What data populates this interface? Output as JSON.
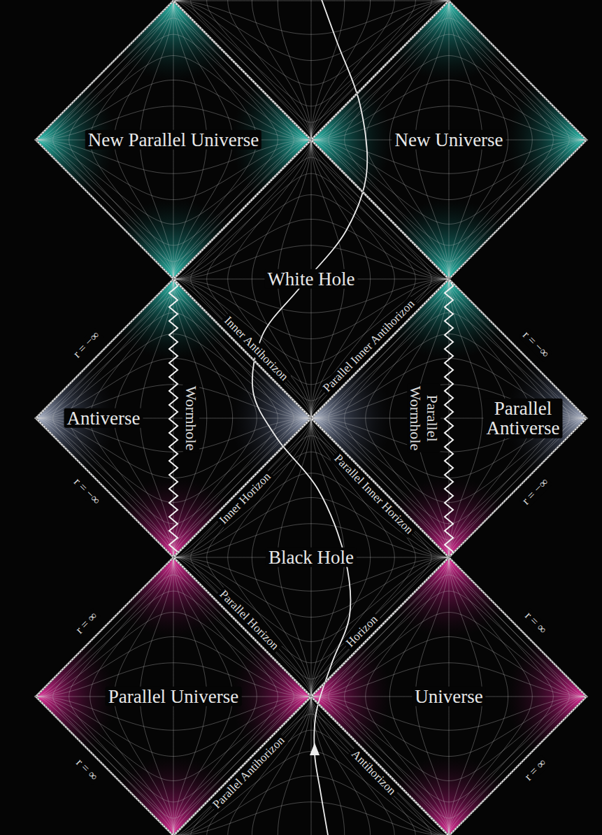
{
  "diagram": {
    "nodes": [
      {
        "text": [
          "New Parallel Universe"
        ]
      },
      {
        "text": [
          "New Universe"
        ]
      },
      {
        "text": [
          "White Hole"
        ]
      },
      {
        "text": [
          "Antiverse"
        ]
      },
      {
        "text": [
          "Parallel Antiverse"
        ]
      },
      {
        "text": [
          "Black Hole"
        ]
      },
      {
        "text": [
          "Parallel Universe"
        ]
      },
      {
        "text": [
          "Universe"
        ]
      }
    ],
    "labels": [
      "Inner Antihorizon",
      "Parallel Inner Antihorizon",
      "r = −∞",
      "r = −∞",
      "Wormhole",
      "Parallel Wormhole",
      "r = −∞",
      "r = −∞",
      "Inner Horizon",
      "Parallel Inner Horizon",
      "Parallel Horizon",
      "Horizon",
      "r = ∞",
      "r = ∞",
      "r = ∞",
      "r = ∞",
      "Parallel Antihorizon",
      "Antihorizon"
    ]
  }
}
